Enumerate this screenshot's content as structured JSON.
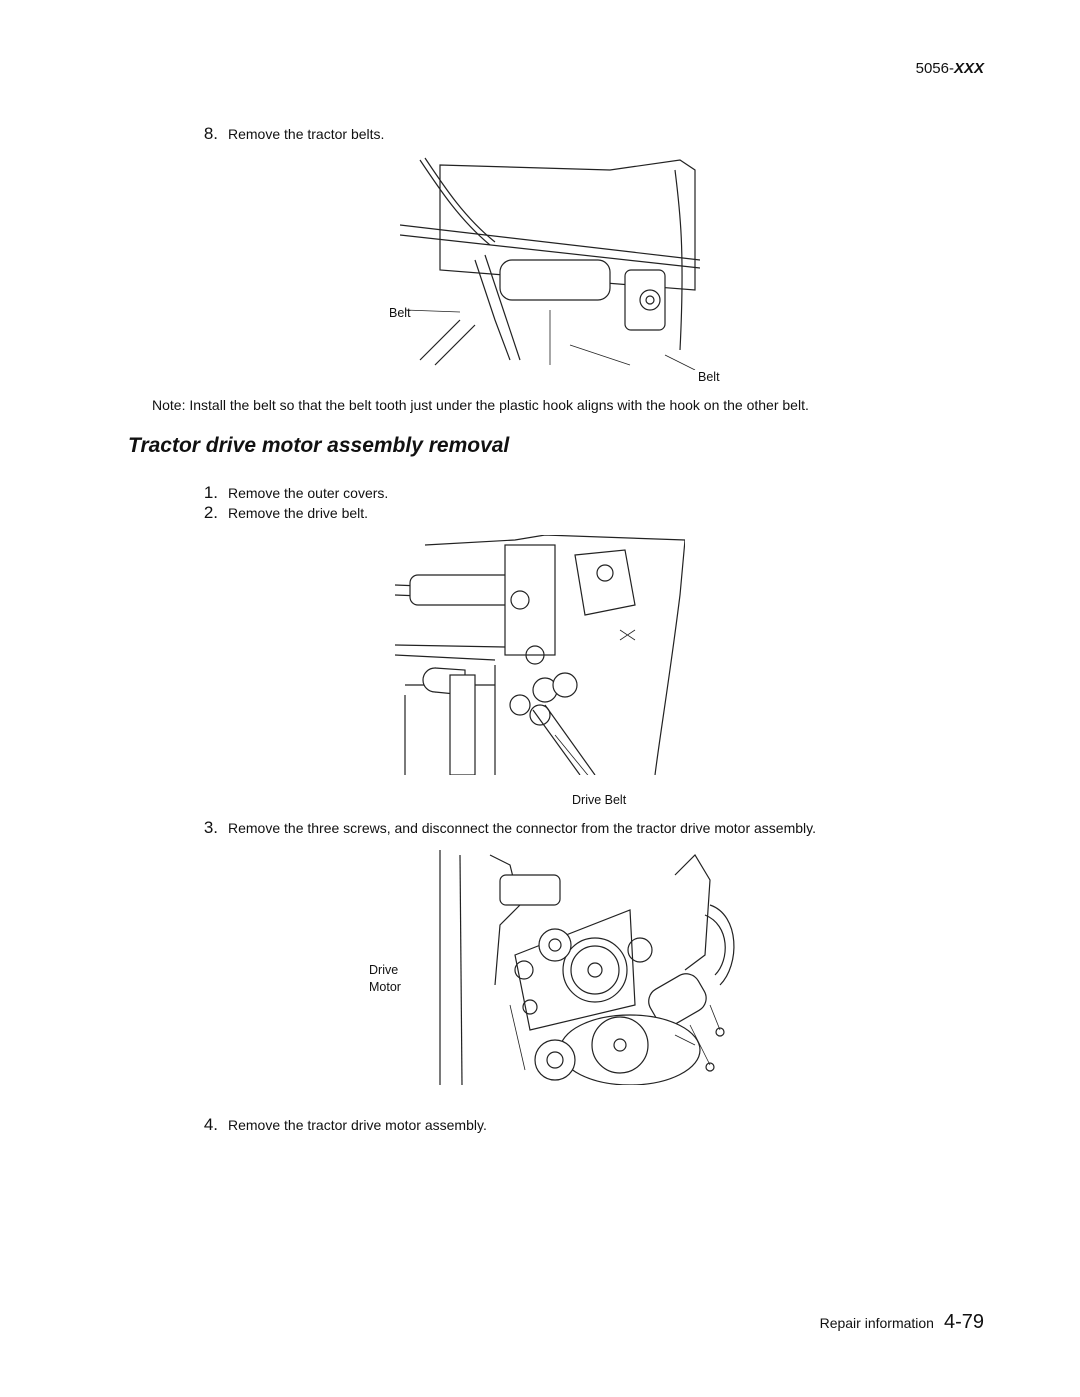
{
  "header": {
    "model_prefix": "5056-",
    "model_suffix": "XXX"
  },
  "section1": {
    "step8": {
      "num": "8.",
      "text": "Remove the tractor belts."
    },
    "figure1": {
      "callouts": [
        "Belt",
        "Belt"
      ]
    },
    "note": "Note:  Install the belt so that the belt tooth just under the plastic hook aligns with the hook on the other belt."
  },
  "section2": {
    "title": "Tractor drive motor assembly removal",
    "steps": [
      {
        "num": "1.",
        "text": "Remove the outer covers."
      },
      {
        "num": "2.",
        "text": "Remove the drive belt."
      },
      {
        "num": "3.",
        "text": "Remove the three screws, and disconnect the connector from the tractor drive motor assembly."
      },
      {
        "num": "4.",
        "text": "Remove the tractor drive motor assembly."
      }
    ],
    "figure2": {
      "callout": "Drive Belt"
    },
    "figure3": {
      "callout_line1": "Drive",
      "callout_line2": "Motor"
    }
  },
  "footer": {
    "label": "Repair information",
    "page": "4-79"
  },
  "icons": [
    "illustration-tractor-belts",
    "illustration-drive-belt",
    "illustration-drive-motor"
  ]
}
